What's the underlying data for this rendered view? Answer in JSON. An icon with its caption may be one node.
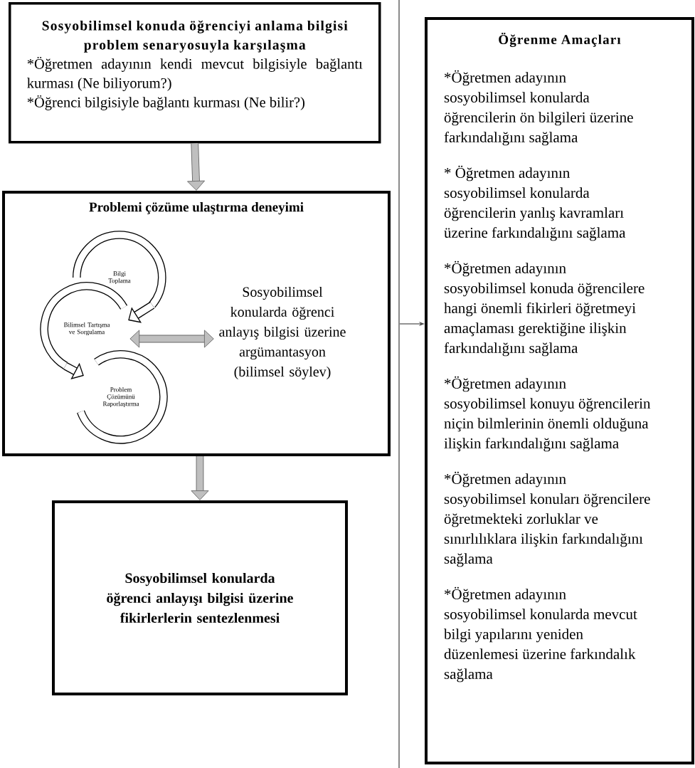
{
  "diagram": {
    "nodes": [
      {
        "text": [
          "Sosyobilimsel konuda öğrenciyi anlama bilgisi problem senaryosuyla karşılaşma",
          "*Öğretmen adayının kendi mevcut bilgisiyle bağlantı kurması (Ne biliyorum?)",
          "*Öğrenci bilgisiyle bağlantı kurması (Ne bilir?)"
        ]
      },
      {
        "text": [
          "Problemi çözüme ulaştırma deneyimi"
        ]
      },
      {
        "text": [
          "Bilgi Toplama"
        ],
        "in": 1
      },
      {
        "text": [
          "Bilimsel Tartışma ve Sorgulama"
        ],
        "in": 1
      },
      {
        "text": [
          "Problem Çözümünü Raporlaştırma"
        ],
        "in": 1
      },
      {
        "text": [
          "Sosyobilimsel konularda öğrenci anlayış bilgisi üzerine argümantasyon (bilimsel söylev)"
        ],
        "in": 1
      },
      {
        "text": [
          "Sosyobilimsel konularda öğrenci anlayışı bilgisi üzerine fikirlerlerin sentezlenmesi"
        ]
      },
      {
        "text": [
          "Öğrenme Amaçları",
          "*Öğretmen adayının sosyobilimsel konularda öğrencilerin ön bilgileri üzerine farkındalığını sağlama",
          "* Öğretmen adayının sosyobilimsel konularda öğrencilerin yanlış kavramları üzerine farkındalığını sağlama",
          "*Öğretmen adayının sosyobilimsel konuda öğrencilere hangi önemli fikirleri öğretmeyi amaçlaması gerektiğine ilişkin farkındalığını sağlama",
          "*Öğretmen adayının sosyobilimsel konuyu öğrencilerin niçin bilmlerinin önemli olduğuna ilişkin farkındalığını sağlama",
          "*Öğretmen adayının sosyobilimsel konuları öğrencilere öğretmekteki zorluklar ve sınırlılıklara ilişkin farkındalığını sağlama",
          "*Öğretmen adayının sosyobilimsel konularda mevcut bilgi yapılarını yeniden düzenlemesi üzerine farkındalık sağlama"
        ]
      }
    ],
    "edges": [
      {
        "from": 0,
        "to": 1,
        "arrow": "to"
      },
      {
        "from": 2,
        "to": 3,
        "arrow": "to",
        "color": "#000000"
      },
      {
        "from": 3,
        "to": 4,
        "arrow": "to",
        "color": "#000000"
      },
      {
        "from": 3,
        "to": 5,
        "arrow": "both"
      },
      {
        "from": 1,
        "to": 6,
        "arrow": "to"
      },
      {
        "from": null,
        "to": 7,
        "arrow": "to"
      }
    ]
  }
}
